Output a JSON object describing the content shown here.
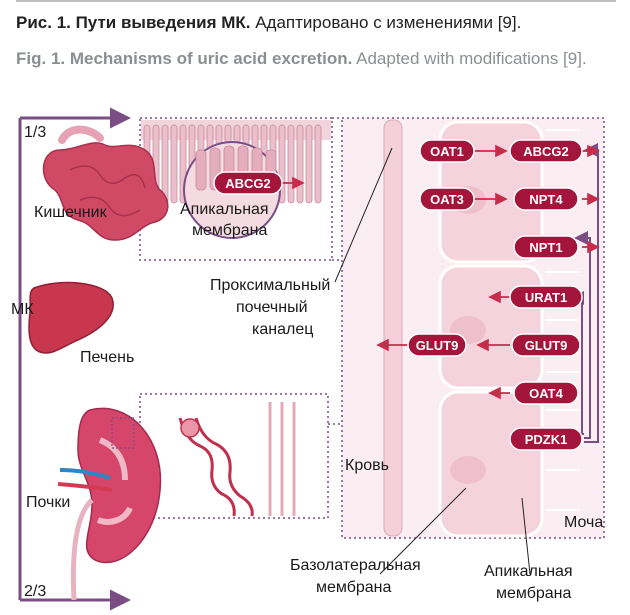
{
  "caption": {
    "ru_bold": "Рис. 1. Пути выведения МК.",
    "ru_rest": " Адаптировано с изменениями [9].",
    "en_bold": "Fig. 1. Mechanisms of uric acid excretion.",
    "en_rest": " Adapted with modifications [9]."
  },
  "figure": {
    "fraction_top": "1/3",
    "fraction_bottom": "2/3",
    "mk": "МК",
    "intestine": "Кишечник",
    "liver": "Печень",
    "kidneys": "Почки",
    "apical_inset_1": "Апикальная",
    "apical_inset_2": "мембрана",
    "abcg2_inset": "ABCG2",
    "tubule_1": "Проксимальный",
    "tubule_2": "почечный",
    "tubule_3": "каналец",
    "blood": "Кровь",
    "urine": "Моча",
    "basolateral_1": "Базолатеральная",
    "basolateral_2": "мембрана",
    "apical_1": "Апикальная",
    "apical_2": "мембрана",
    "transporters": {
      "oat1": "OAT1",
      "oat3": "OAT3",
      "glut9_left": "GLUT9",
      "abcg2": "ABCG2",
      "npt4": "NPT4",
      "npt1": "NPT1",
      "urat1": "URAT1",
      "glut9_right": "GLUT9",
      "oat4": "OAT4",
      "pdzk1": "PDZK1"
    },
    "colors": {
      "accent": "#c62d4a",
      "dark": "#7a1230",
      "frame": "#7a4d85",
      "cell": "#f3d2db"
    }
  }
}
